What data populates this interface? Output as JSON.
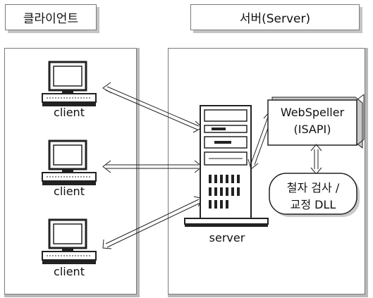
{
  "client_panel": {
    "title": "클라이언트",
    "clients": [
      {
        "label": "client"
      },
      {
        "label": "client"
      },
      {
        "label": "client"
      }
    ]
  },
  "server_panel": {
    "title": "서버(Server)",
    "server_label": "server",
    "webspeller": {
      "line1": "WebSpeller",
      "line2": "(ISAPI)"
    },
    "spellcheck": {
      "line1": "철자 검사 /",
      "line2": "교정 DLL"
    }
  },
  "colors": {
    "border": "#7a7a7a",
    "shadow": "#b9b9b9",
    "device": "#222222"
  }
}
